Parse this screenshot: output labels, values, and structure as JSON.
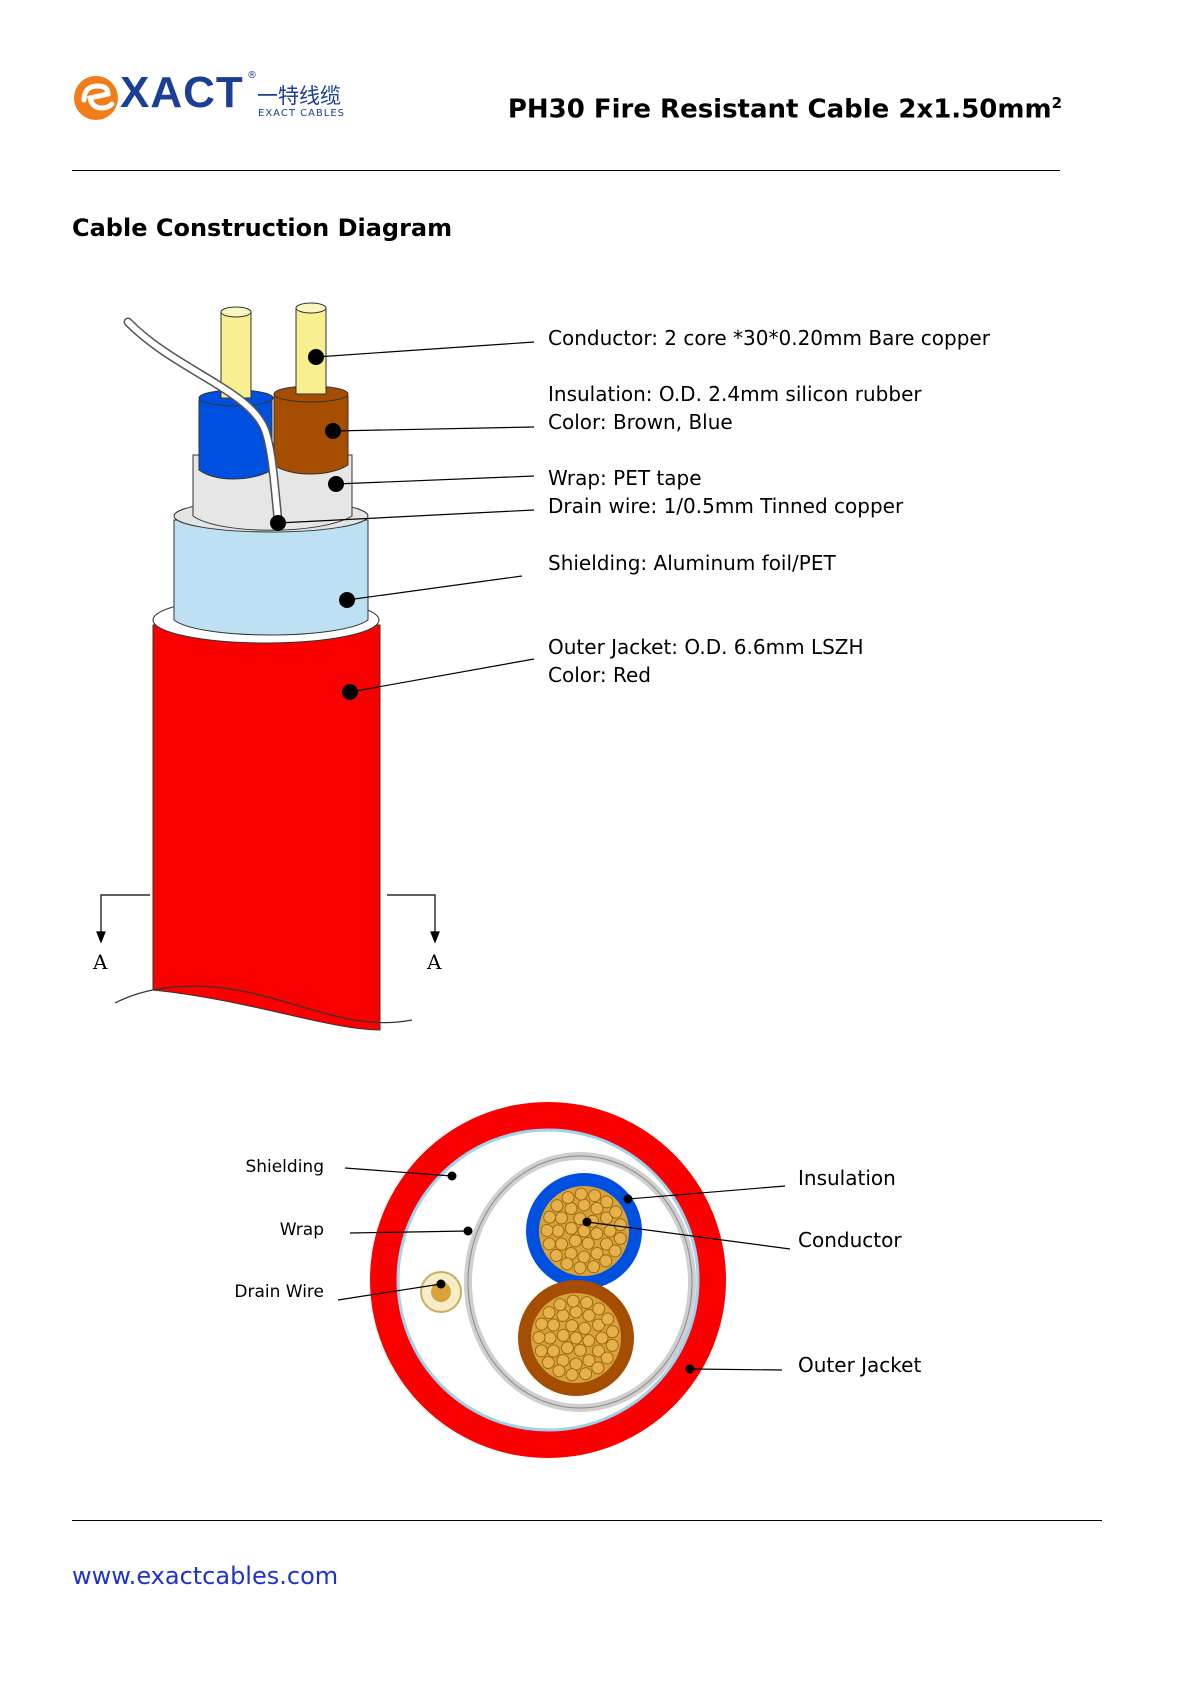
{
  "header": {
    "logo": {
      "wordmark": "XACT",
      "registered": "®",
      "chinese_name": "一特线缆",
      "subtitle": "EXACT CABLES",
      "brand_colors": {
        "orange": "#f07c1a",
        "blue": "#1b3f95"
      }
    },
    "title": "PH30 Fire Resistant Cable 2x1.50mm",
    "title_superscript": "2"
  },
  "section": {
    "title": "Cable Construction Diagram"
  },
  "side_view": {
    "labels": [
      "Conductor: 2 core *30*0.20mm Bare copper",
      "Insulation: O.D. 2.4mm silicon rubber",
      "Color: Brown, Blue",
      "Wrap: PET tape",
      "Drain wire: 1/0.5mm Tinned copper",
      "Shielding: Aluminum foil/PET",
      "Outer Jacket: O.D. 6.6mm LSZH",
      "Color: Red"
    ],
    "section_marks": [
      "A",
      "A"
    ]
  },
  "cross_section": {
    "labels_left": [
      "Shielding",
      "Wrap",
      "Drain Wire"
    ],
    "labels_right": [
      "Insulation",
      "Conductor",
      "Outer Jacket"
    ]
  },
  "colors": {
    "jacket_red": "#fb0000",
    "shield_blue": "#bde0f2",
    "insulation_blue": "#0050e0",
    "insulation_brown": "#a54d00",
    "conductor_yellow": "#f8ef90",
    "copper": "#d9a33a",
    "wrap_gray": "#e6e6e6"
  },
  "footer": {
    "url": "www.exactcables.com"
  }
}
